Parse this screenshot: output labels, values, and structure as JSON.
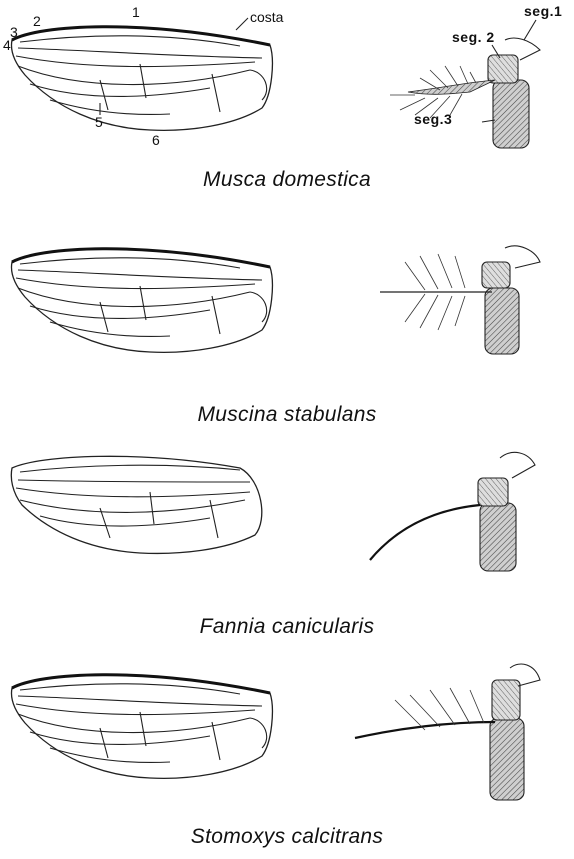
{
  "vein_labels": {
    "v1": "1",
    "v2": "2",
    "v3": "3",
    "v4": "4",
    "v5": "5",
    "v6": "6",
    "costa": "costa"
  },
  "antenna_labels": {
    "seg1": "seg.1",
    "seg2": "seg. 2",
    "seg3": "seg.3"
  },
  "species": [
    {
      "name": "Musca domestica"
    },
    {
      "name": "Muscina stabulans"
    },
    {
      "name": "Fannia canicularis"
    },
    {
      "name": "Stomoxys calcitrans"
    }
  ]
}
